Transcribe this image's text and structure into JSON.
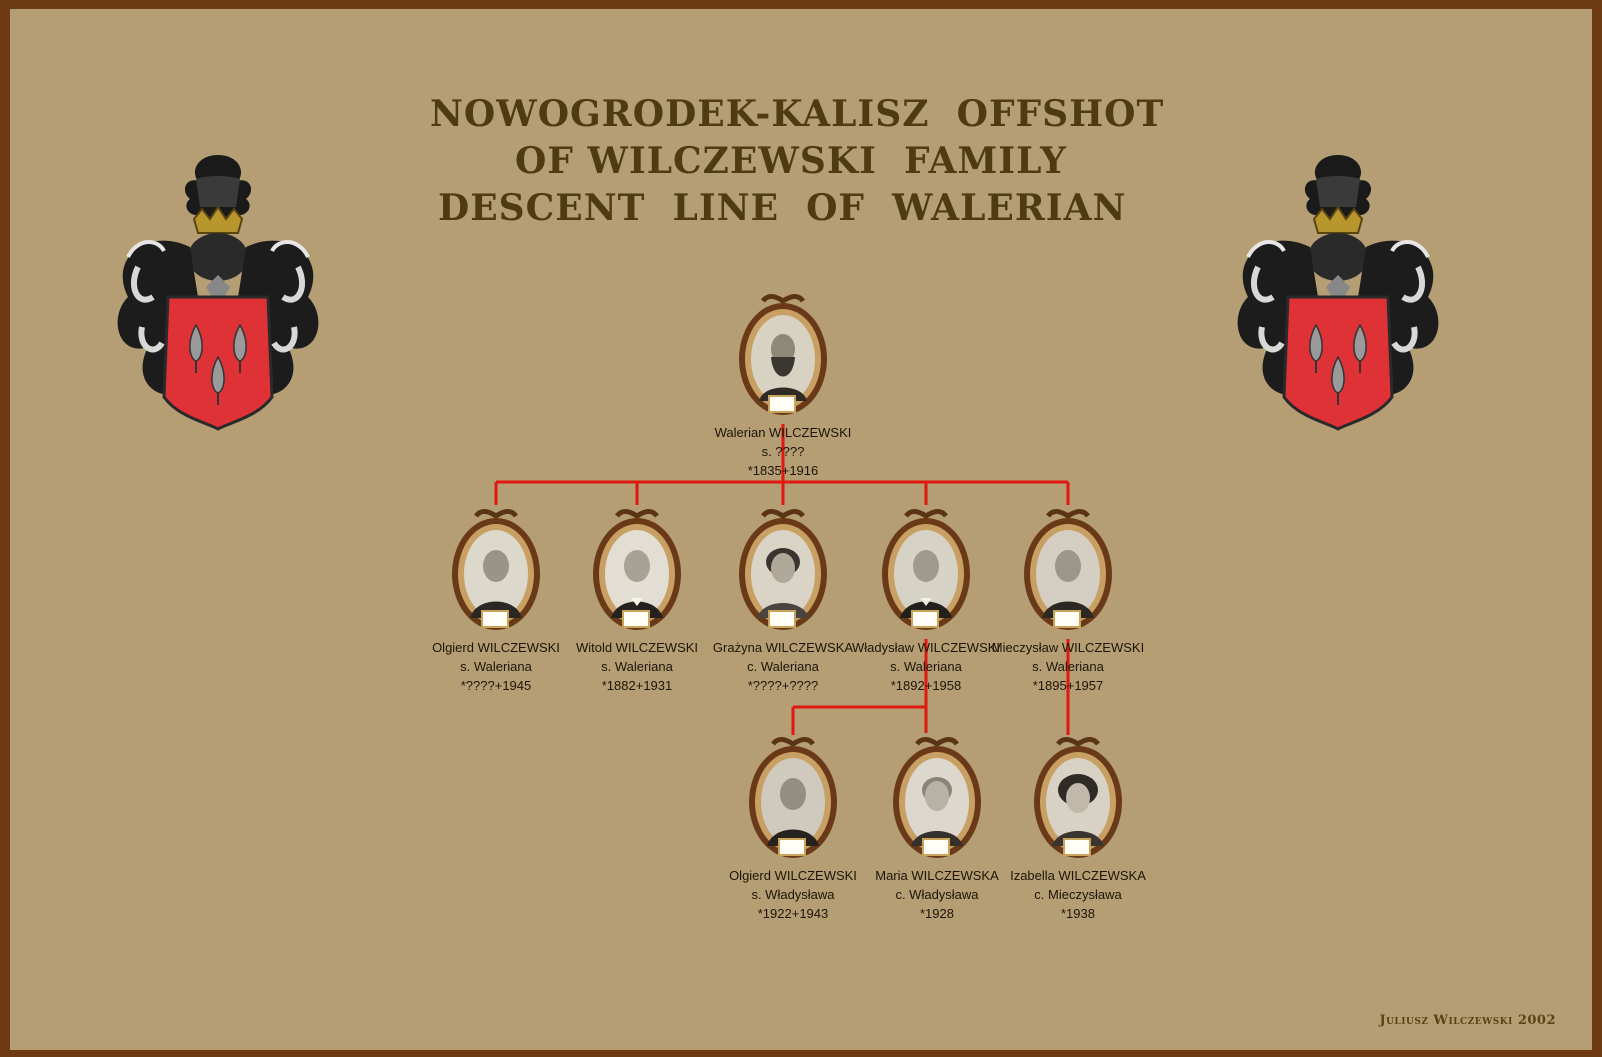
{
  "title": {
    "line1": "NOWOGRODEK-KALISZ  OFFSHOT",
    "line2": "OF WILCZEWSKI  FAMILY",
    "line3": "DESCENT  LINE  OF  WALERIAN"
  },
  "colors": {
    "background": "#b59e74",
    "frame": "#6e3a14",
    "connector": "#e0180f",
    "shield": "#de3236",
    "title": "#4f3b12"
  },
  "people": {
    "walerian": {
      "name": "Walerian WILCZEWSKI",
      "relation": "s. ????",
      "dates": "*1835+1916"
    },
    "olgierd": {
      "name": "Olgierd WILCZEWSKI",
      "relation": "s. Waleriana",
      "dates": "*????+1945"
    },
    "witold": {
      "name": "Witold WILCZEWSKI",
      "relation": "s. Waleriana",
      "dates": "*1882+1931"
    },
    "grazyna": {
      "name": "Grażyna WILCZEWSKA",
      "relation": "c. Waleriana",
      "dates": "*????+????"
    },
    "wladyslaw": {
      "name": "Władysław WILCZEWSKI",
      "relation": "s. Waleriana",
      "dates": "*1892+1958"
    },
    "mieczyslaw": {
      "name": "Mieczysław WILCZEWSKI",
      "relation": "s. Waleriana",
      "dates": "*1895+1957"
    },
    "olgierd2": {
      "name": "Olgierd WILCZEWSKI",
      "relation": "s. Władysława",
      "dates": "*1922+1943"
    },
    "maria": {
      "name": "Maria WILCZEWSKA",
      "relation": "c. Władysława",
      "dates": "*1928"
    },
    "izabella": {
      "name": "Izabella WILCZEWSKA",
      "relation": "c. Mieczysława",
      "dates": "*1938"
    }
  },
  "credit": "Juliusz Wilczewski 2002",
  "icons": {
    "crest": "coat-of-arms-icon",
    "portrait": "oval-portrait-icon"
  }
}
